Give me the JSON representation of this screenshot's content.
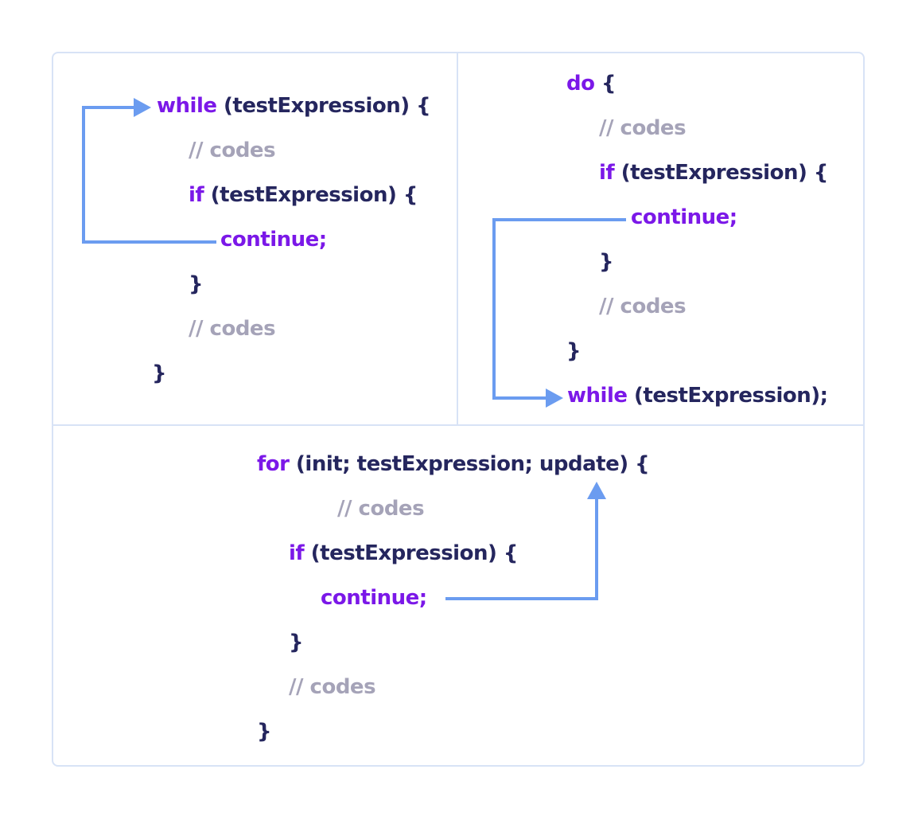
{
  "while_panel": {
    "l1": {
      "kw": "while",
      "rest": " (testExpression) {"
    },
    "l2": "// codes",
    "l3": {
      "kw": "if",
      "rest": " (testExpression) {"
    },
    "l4": "continue;",
    "l5": "}",
    "l6": "// codes",
    "l7": "}"
  },
  "do_panel": {
    "l1": {
      "kw": "do",
      "rest": " {"
    },
    "l2": "// codes",
    "l3": {
      "kw": "if",
      "rest": " (testExpression) {"
    },
    "l4": "continue;",
    "l5": "}",
    "l6": "// codes",
    "l7": "}",
    "l8": {
      "kw": "while",
      "rest": " (testExpression);"
    }
  },
  "for_panel": {
    "l1": {
      "kw": "for",
      "rest": " (init; testExpression; update) {"
    },
    "l2": "// codes",
    "l3": {
      "kw": "if",
      "rest": " (testExpression) {"
    },
    "l4": "continue;",
    "l5": "}",
    "l6": "// codes",
    "l7": "}"
  },
  "colors": {
    "keyword": "#7b18e8",
    "code": "#25265e",
    "comment": "#a5a3b8",
    "arrow": "#6b9cf0",
    "border": "#d8e3f6"
  }
}
